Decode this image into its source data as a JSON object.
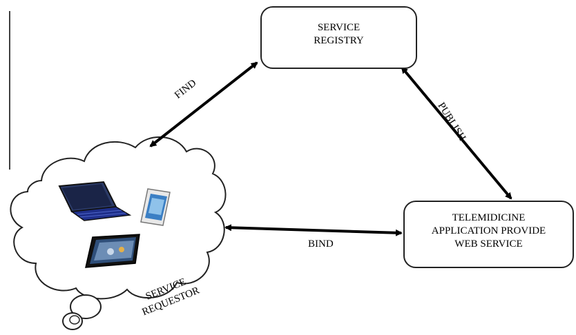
{
  "nodes": {
    "registry": {
      "label": "SERVICE\nREGISTRY"
    },
    "provider": {
      "label": "TELEMIDICINE\nAPPLICATION PROVIDE\nWEB SERVICE"
    },
    "requestor": {
      "label": "SERVICE\nREQUESTOR"
    }
  },
  "edges": {
    "find": {
      "label": "FIND"
    },
    "publish": {
      "label": "PUBLISH"
    },
    "bind": {
      "label": "BIND"
    }
  },
  "devices": [
    "laptop-tablet",
    "small-tablet",
    "large-tablet"
  ],
  "colors": {
    "stroke": "#222222",
    "laptop_screen": "#2b3a67",
    "keyboard": "#1f2f8a",
    "tablet_body": "#e8e8e8",
    "tablet_screen": "#3b7fc4"
  }
}
